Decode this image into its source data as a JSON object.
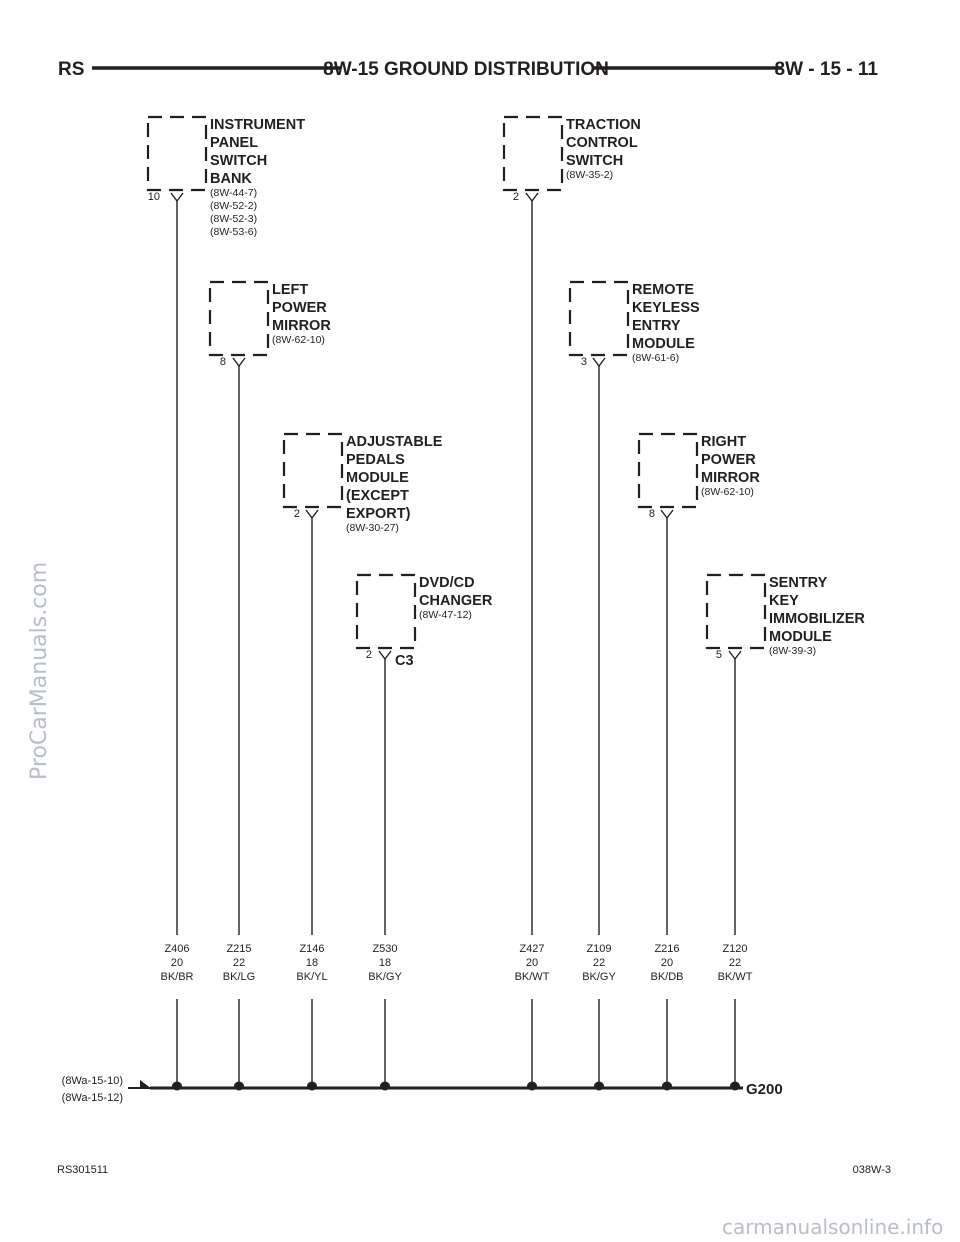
{
  "header": {
    "left": "RS",
    "title": "8W-15 GROUND DISTRIBUTION",
    "right": "8W - 15 - 11"
  },
  "components": [
    {
      "id": "instrument-panel-switch-bank",
      "lines": [
        "INSTRUMENT",
        "PANEL",
        "SWITCH",
        "BANK"
      ],
      "refs": [
        "(8W-44-7)",
        "(8W-52-2)",
        "(8W-52-3)",
        "(8W-53-6)"
      ],
      "pin": "10",
      "connector": ""
    },
    {
      "id": "left-power-mirror",
      "lines": [
        "LEFT",
        "POWER",
        "MIRROR"
      ],
      "refs": [
        "(8W-62-10)"
      ],
      "pin": "8",
      "connector": ""
    },
    {
      "id": "adjustable-pedals-module",
      "lines": [
        "ADJUSTABLE",
        "PEDALS",
        "MODULE",
        "(EXCEPT",
        "EXPORT)"
      ],
      "refs": [
        "(8W-30-27)"
      ],
      "pin": "2",
      "connector": ""
    },
    {
      "id": "dvd-cd-changer",
      "lines": [
        "DVD/CD",
        "CHANGER"
      ],
      "refs": [
        "(8W-47-12)"
      ],
      "pin": "2",
      "connector": "C3"
    },
    {
      "id": "traction-control-switch",
      "lines": [
        "TRACTION",
        "CONTROL",
        "SWITCH"
      ],
      "refs": [
        "(8W-35-2)"
      ],
      "pin": "2",
      "connector": ""
    },
    {
      "id": "remote-keyless-entry-module",
      "lines": [
        "REMOTE",
        "KEYLESS",
        "ENTRY",
        "MODULE"
      ],
      "refs": [
        "(8W-61-6)"
      ],
      "pin": "3",
      "connector": ""
    },
    {
      "id": "right-power-mirror",
      "lines": [
        "RIGHT",
        "POWER",
        "MIRROR"
      ],
      "refs": [
        "(8W-62-10)"
      ],
      "pin": "8",
      "connector": ""
    },
    {
      "id": "sentry-key-immobilizer-module",
      "lines": [
        "SENTRY",
        "KEY",
        "IMMOBILIZER",
        "MODULE"
      ],
      "refs": [
        "(8W-39-3)"
      ],
      "pin": "5",
      "connector": ""
    }
  ],
  "wires": [
    {
      "circuit": "Z406",
      "gauge": "20",
      "color": "BK/BR"
    },
    {
      "circuit": "Z215",
      "gauge": "22",
      "color": "BK/LG"
    },
    {
      "circuit": "Z146",
      "gauge": "18",
      "color": "BK/YL"
    },
    {
      "circuit": "Z530",
      "gauge": "18",
      "color": "BK/GY"
    },
    {
      "circuit": "Z427",
      "gauge": "20",
      "color": "BK/WT"
    },
    {
      "circuit": "Z109",
      "gauge": "22",
      "color": "BK/GY"
    },
    {
      "circuit": "Z216",
      "gauge": "20",
      "color": "BK/DB"
    },
    {
      "circuit": "Z120",
      "gauge": "22",
      "color": "BK/WT"
    }
  ],
  "ground": {
    "label": "G200",
    "refs": [
      "(8Wa-15-10)",
      "(8Wa-15-12)"
    ]
  },
  "footer": {
    "left": "RS301511",
    "right": "038W-3"
  },
  "watermarks": {
    "side": "ProCarManuals.com",
    "bottom": "carmanualsonline.info"
  },
  "colors": {
    "ink": "#231f20",
    "watermark": "#b8bec6"
  }
}
